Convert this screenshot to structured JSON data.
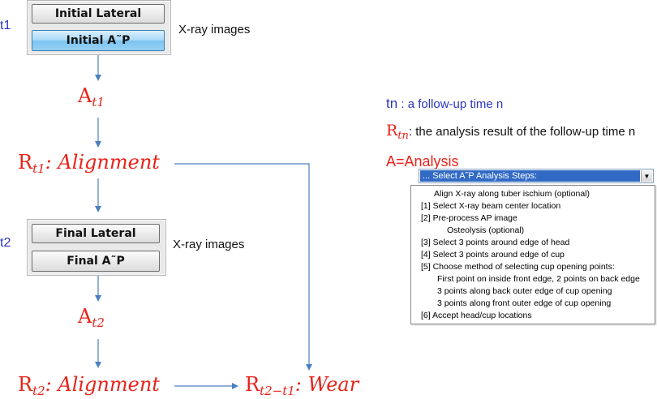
{
  "t1": {
    "time_label": "t1",
    "buttons": [
      "Initial Lateral",
      "Initial A˜P"
    ],
    "images_label": "X-ray images",
    "analysis": {
      "base": "A",
      "sub": "t1"
    },
    "result": {
      "base": "R",
      "sub": "t1",
      "text": ": Alignment"
    }
  },
  "t2": {
    "time_label": "t2",
    "buttons": [
      "Final Lateral",
      "Final A˜P"
    ],
    "images_label": "X-ray images",
    "analysis": {
      "base": "A",
      "sub": "t2"
    },
    "result": {
      "base": "R",
      "sub": "t2",
      "text": ": Alignment"
    }
  },
  "wear": {
    "base": "R",
    "sub": "t2−t1",
    "text": ": Wear"
  },
  "legend": {
    "tn_symbol": "tn",
    "tn_text": " : a follow-up time n",
    "rtn_base": "R",
    "rtn_sub": "tn",
    "rtn_text": ": the analysis result of the follow-up time n",
    "analysis_text": "A=Analysis"
  },
  "dropdown": {
    "selected": "... Select A˜P Analysis Steps:",
    "items": [
      "Align X-ray along tuber ischium (optional)",
      "[1]  Select X-ray beam center location",
      "[2]  Pre-process AP image",
      "Osteolysis (optional)",
      "[3]  Select 3 points around edge of head",
      "[4]  Select 3 points around edge of cup",
      "[5]  Choose method of selecting cup opening points:",
      "First point on inside front edge, 2 points on back edge",
      "3 points along back outer edge of cup opening",
      "3 points along front outer edge of cup opening",
      "[6]  Accept head/cup locations"
    ]
  },
  "colors": {
    "arrow": "#4a7fc0",
    "math": "#e8231a",
    "time": "#2a34c0"
  }
}
